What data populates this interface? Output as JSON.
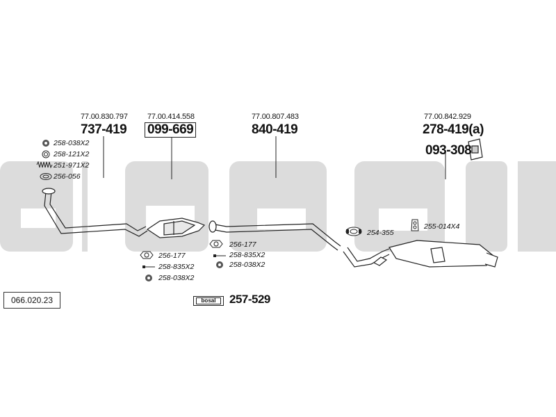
{
  "catalog_number": "066.020.23",
  "watermark_brand": "bosal",
  "sections": [
    {
      "ref": "77.00.830.797",
      "part": "737-419",
      "boxed": false
    },
    {
      "ref": "77.00.414.558",
      "part": "099-669",
      "boxed": true
    },
    {
      "ref": "77.00.807.483",
      "part": "840-419",
      "boxed": false
    },
    {
      "ref": "77.00.842.929",
      "part": "278-419(a)",
      "boxed": false
    }
  ],
  "hanger_part": "093-308",
  "front_fittings": [
    "258-038X2",
    "258-121X2",
    "251-971X2",
    "256-056"
  ],
  "catalyst_fittings": [
    "256-177",
    "258-835X2",
    "258-038X2"
  ],
  "mid_fittings": [
    "256-177",
    "258-835X2",
    "258-038X2"
  ],
  "clamp_part": "254-355",
  "rubber_part": "255-014X4",
  "kit": {
    "tag": "bosal",
    "part": "257-529"
  },
  "colors": {
    "line": "#222222",
    "watermark": "#d8d8d8",
    "pipe_fill": "#ffffff"
  }
}
